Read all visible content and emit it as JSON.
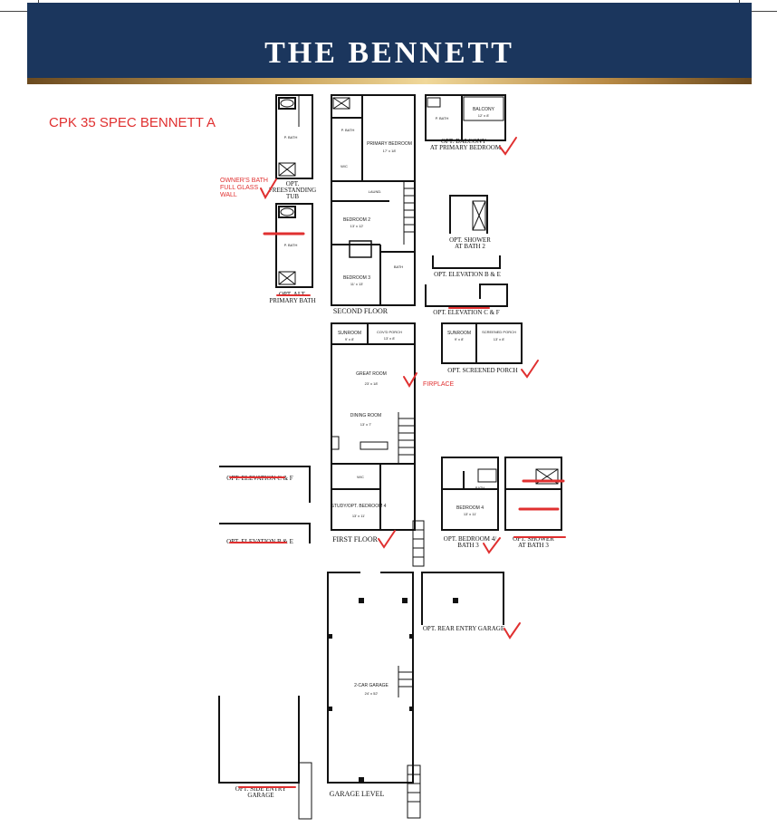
{
  "header": {
    "title": "THE BENNETT"
  },
  "spec_label": "CPK 35 SPEC BENNETT A",
  "colors": {
    "banner": "#1b365d",
    "accent_gold": "#c9a25a",
    "markup_red": "#e03030"
  },
  "floor_labels": {
    "second_floor": "SECOND FLOOR",
    "first_floor": "FIRST FLOOR",
    "garage_level": "GARAGE LEVEL"
  },
  "option_labels": {
    "freestanding_tub_1": "OPT.",
    "freestanding_tub_2": "FREESTANDING",
    "freestanding_tub_3": "TUB",
    "alt_primary_bath_1": "OPT. ALT.",
    "alt_primary_bath_2": "PRIMARY BATH",
    "balcony_1": "OPT. BALCONY",
    "balcony_2": "AT PRIMARY BEDROOM",
    "shower_bath2_1": "OPT. SHOWER",
    "shower_bath2_2": "AT BATH 2",
    "elevation_be_upper": "OPT. ELEVATION B & E",
    "elevation_cf_upper": "OPT. ELEVATION C & F",
    "screened_porch": "OPT. SCREENED PORCH",
    "elevation_cf_lower": "OPT. ELEVATION C & F",
    "elevation_be_lower": "OPT. ELEVATION B & E",
    "bedroom4_bath3_1": "OPT. BEDROOM 4/",
    "bedroom4_bath3_2": "BATH 3",
    "shower_bath3_1": "OPT. SHOWER",
    "shower_bath3_2": "AT BATH 3",
    "rear_entry_garage": "OPT. REAR ENTRY GARAGE",
    "side_entry_garage_1": "OPT. SIDE ENTRY",
    "side_entry_garage_2": "GARAGE"
  },
  "rooms": {
    "primary_bedroom": "PRIMARY BEDROOM",
    "primary_bedroom_size": "17' x 18'",
    "bedroom2": "BEDROOM 2",
    "bedroom2_size": "13' x 12'",
    "bedroom3": "BEDROOM 3",
    "bedroom3_size": "11' x 13'",
    "balcony": "BALCONY",
    "balcony_size": "12' x 8'",
    "p_bath": "P. BATH",
    "wic": "W/C",
    "bath": "BATH",
    "laundry": "LAUND.",
    "sunroom": "SUNROOM",
    "sunroom_size": "9' x 8'",
    "covered_porch": "COV'D PORCH",
    "covered_porch_size": "13' x 8'",
    "screened_porch": "SCREENED PORCH",
    "screened_porch_size": "13' x 8'",
    "great_room": "GREAT ROOM",
    "great_room_size": "23' x 18'",
    "dining_room": "DINING ROOM",
    "dining_room_size": "13' x 7'",
    "study": "STUDY/OPT. BEDROOM 4",
    "study_size": "13' x 11'",
    "bedroom4": "BEDROOM 4",
    "bedroom4_size": "13' x 11'",
    "garage": "2-CAR GARAGE",
    "garage_size": "24' x 52'"
  },
  "annotations": {
    "owners_bath_1": "OWNER'S BATH",
    "owners_bath_2": "FULL GLASS",
    "owners_bath_3": "WALL",
    "fireplace": "FIRPLACE"
  }
}
